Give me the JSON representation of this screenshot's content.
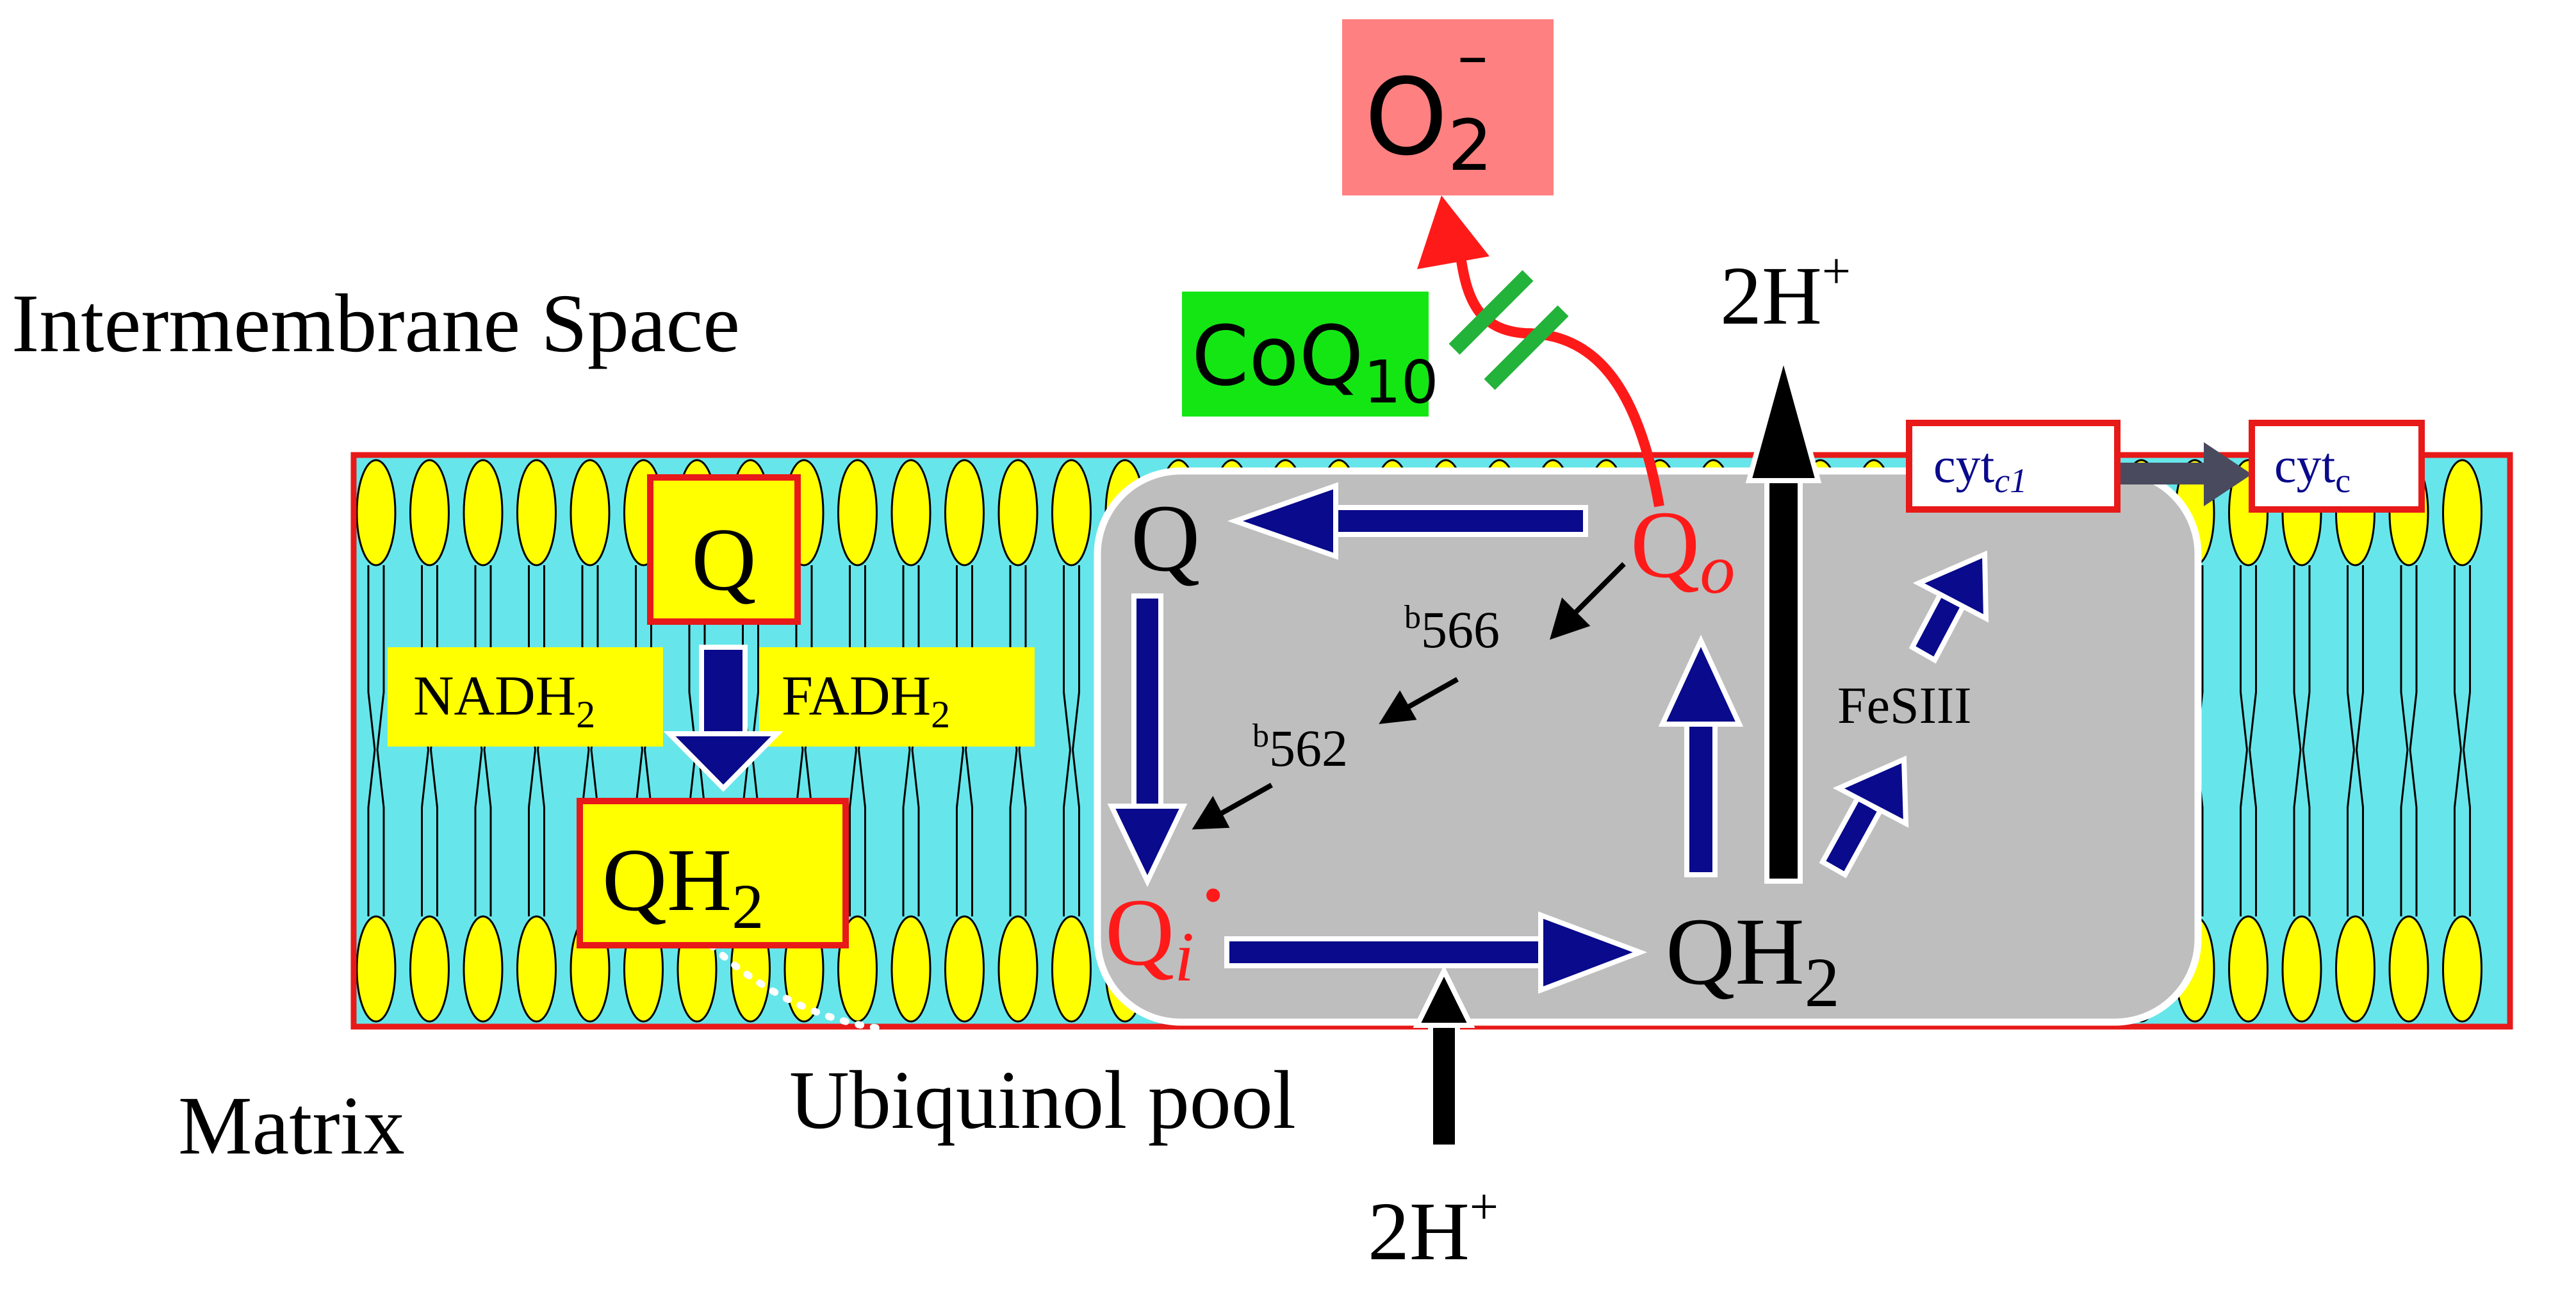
{
  "labels": {
    "intermembrane": "Intermembrane Space",
    "matrix": "Matrix",
    "ubiquinol_pool": "Ubiquinol pool",
    "q_left": "Q",
    "qh2_left": "QH",
    "qh2_left_sub": "2",
    "nadh": "NADH",
    "nadh_sub": "2",
    "fadh": "FADH",
    "fadh_sub": "2",
    "q_cycle": "Q",
    "qo": "Q",
    "qo_sub": "o",
    "qo_dot": "·",
    "qi": "Q",
    "qi_sub": "i",
    "qi_dot": "·",
    "qh2_cycle": "QH",
    "qh2_cycle_sub": "2",
    "b566_sup": "b",
    "b566": "566",
    "b562_sup": "b",
    "b562": "562",
    "fes": "FeSIII",
    "cytc1": "cyt",
    "cytc1_sub": "c1",
    "cytc": "cyt",
    "cytc_sub": "c",
    "h_top": "2H",
    "h_top_sup": "+",
    "h_bottom": "2H",
    "h_bottom_sup": "+",
    "o2": "O",
    "o2_sub": "2",
    "o2_sup": "–",
    "coq10": "CoQ",
    "coq10_sub": "10"
  },
  "colors": {
    "membrane_fill": "#66E6EA",
    "membrane_border": "#E81919",
    "lipid_head": "#FFFF00",
    "cycle_box": "#BEBEBE",
    "arrow_blue": "#0A0A8C",
    "red": "#FF1A1A",
    "o2_box": "#FF8080",
    "coq10_box": "#14E614",
    "inhibitor_green": "#23B23A",
    "yellow_box": "#FFFF00"
  }
}
